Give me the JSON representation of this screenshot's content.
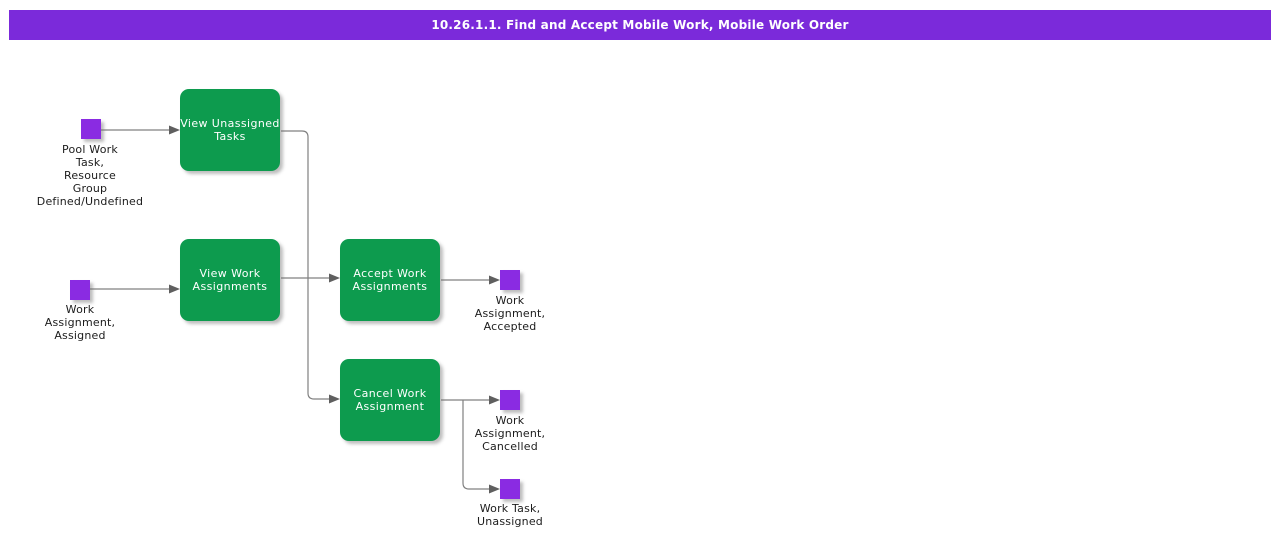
{
  "title_bar": {
    "text": "10.26.1.1. Find and Accept Mobile Work, Mobile Work Order"
  },
  "colors": {
    "title_bg": "#7b2ada",
    "activity_green": "#0d9b4e",
    "event_purple": "#8a2be2",
    "connector_gray": "#808080",
    "label_text": "#1c1c1c",
    "activity_text": "#ffffff"
  },
  "diagram": {
    "events": [
      {
        "id": "pool-work-task",
        "label": "Pool Work\nTask,\nResource\nGroup\nDefined/Undefined"
      },
      {
        "id": "work-assignment-assigned",
        "label": "Work\nAssignment,\nAssigned"
      },
      {
        "id": "work-assignment-accepted",
        "label": "Work\nAssignment,\nAccepted"
      },
      {
        "id": "work-assignment-cancelled",
        "label": "Work\nAssignment,\nCancelled"
      },
      {
        "id": "work-task-unassigned",
        "label": "Work Task,\nUnassigned"
      }
    ],
    "activities": [
      {
        "id": "view-unassigned-tasks",
        "label": "View Unassigned\nTasks"
      },
      {
        "id": "view-work-assignments",
        "label": "View Work\nAssignments"
      },
      {
        "id": "accept-work-assignments",
        "label": "Accept Work\nAssignments"
      },
      {
        "id": "cancel-work-assignment",
        "label": "Cancel Work\nAssignment"
      }
    ],
    "connections": [
      {
        "from": "pool-work-task",
        "to": "view-unassigned-tasks"
      },
      {
        "from": "work-assignment-assigned",
        "to": "view-work-assignments"
      },
      {
        "from": "view-unassigned-tasks",
        "to": "cancel-work-assignment"
      },
      {
        "from": "view-work-assignments",
        "to": "accept-work-assignments"
      },
      {
        "from": "accept-work-assignments",
        "to": "work-assignment-accepted"
      },
      {
        "from": "cancel-work-assignment",
        "to": "work-assignment-cancelled"
      },
      {
        "from": "cancel-work-assignment",
        "to": "work-task-unassigned"
      }
    ]
  }
}
